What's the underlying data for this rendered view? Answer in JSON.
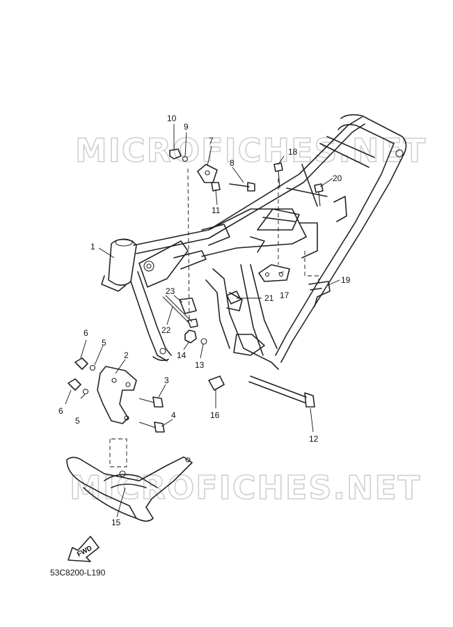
{
  "watermark": "MICROFICHES.NET",
  "diagram_code": "53C8200-L190",
  "forward_label": "FWD",
  "callouts": [
    "1",
    "2",
    "3",
    "4",
    "5",
    "5",
    "6",
    "6",
    "7",
    "8",
    "9",
    "10",
    "11",
    "12",
    "13",
    "14",
    "15",
    "16",
    "17",
    "18",
    "19",
    "20",
    "21",
    "22",
    "23"
  ]
}
